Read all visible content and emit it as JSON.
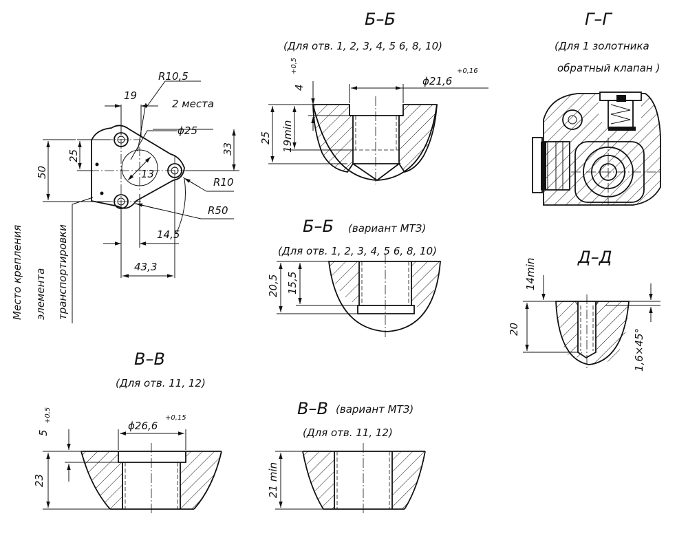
{
  "top_view": {
    "r10_5": "R10,5",
    "two_places": "2 места",
    "d19": "19",
    "d25": "25",
    "phi25": "ϕ25",
    "d33": "33",
    "d50": "50",
    "d13": "13",
    "r10": "R10",
    "r50": "R50",
    "d14_5": "14,5",
    "d43_3": "43,3",
    "mount_note": [
      "Место крепления",
      "элемента",
      "транспортировки"
    ]
  },
  "section_bb": {
    "title": "Б–Б",
    "note": "(Для отв.  1, 2, 3, 4, 5  6,  8,  10)",
    "d4": "4",
    "tol_4": "+0,5",
    "phi21_6": "ϕ21,6",
    "tol_21_6": "+0,16",
    "d25": "25",
    "d19min": "19min"
  },
  "section_bb_mtz": {
    "title": "Б–Б",
    "variant": "(вариант МТЗ)",
    "note": "(Для отв.  1, 2, 3, 4, 5  6,  8,  10)",
    "d20_5": "20,5",
    "d15_5": "15,5"
  },
  "section_gg": {
    "title": "Г–Г",
    "note_line1": "(Для  1 золотника",
    "note_line2": "обратный клапан )"
  },
  "section_dd": {
    "title": "Д–Д",
    "d14min": "14min",
    "d20": "20",
    "chamfer": "1,6×45°"
  },
  "section_vv": {
    "title": "В–В",
    "note": "(Для отв. 11, 12)",
    "d5": "5",
    "tol_5": "+0,5",
    "phi26_6": "ϕ26,6",
    "tol_26_6": "+0,15",
    "d23": "23"
  },
  "section_vv_mtz": {
    "title": "В–В",
    "variant": "(вариант МТЗ)",
    "note": "(Для отв. 11, 12)",
    "d21min": "21 min"
  }
}
